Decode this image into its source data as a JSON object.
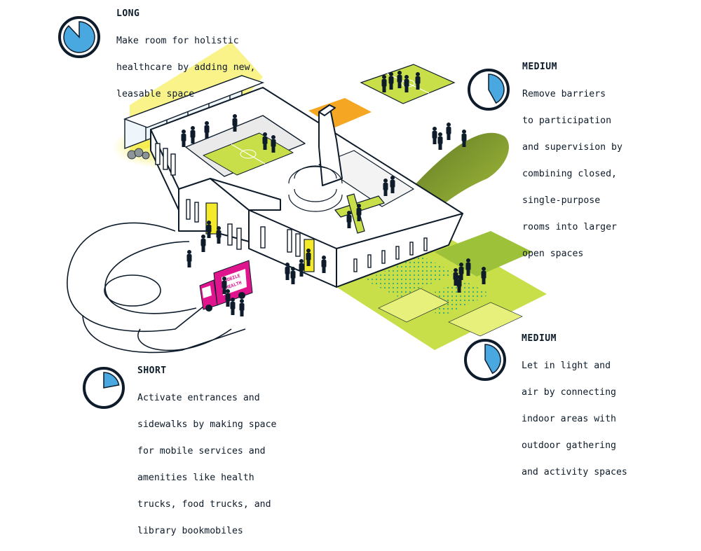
{
  "colors": {
    "ink": "#0d1b2a",
    "clock_blue": "#4aa8e0",
    "lime": "#cde34a",
    "field_green": "#c8df4a",
    "grass_dark": "#6f8a2c",
    "yellow_glow": "#f4ea2a",
    "orange": "#f5a623",
    "truck_pink": "#e0148c"
  },
  "callouts": {
    "long": {
      "term": "LONG",
      "lines": [
        "Make room for holistic",
        "healthcare by adding new,",
        "leasable space"
      ],
      "clock_fraction": 0.88
    },
    "medium_top": {
      "term": "MEDIUM",
      "lines": [
        "Remove barriers",
        "to participation",
        "and supervision by",
        "combining closed,",
        "single-purpose",
        "rooms into larger",
        "open spaces"
      ],
      "clock_fraction": 0.42
    },
    "medium_bottom": {
      "term": "MEDIUM",
      "lines": [
        "Let in light and",
        "air by connecting",
        "indoor areas with",
        "outdoor gathering",
        "and activity spaces"
      ],
      "clock_fraction": 0.42
    },
    "short": {
      "term": "SHORT",
      "lines": [
        "Activate entrances and",
        "sidewalks by making space",
        "for mobile services and",
        "amenities like health",
        "trucks, food trucks, and",
        "library bookmobiles"
      ],
      "clock_fraction": 0.22
    }
  },
  "truck": {
    "line1": "MOBILE",
    "line2": "HEALTH"
  }
}
